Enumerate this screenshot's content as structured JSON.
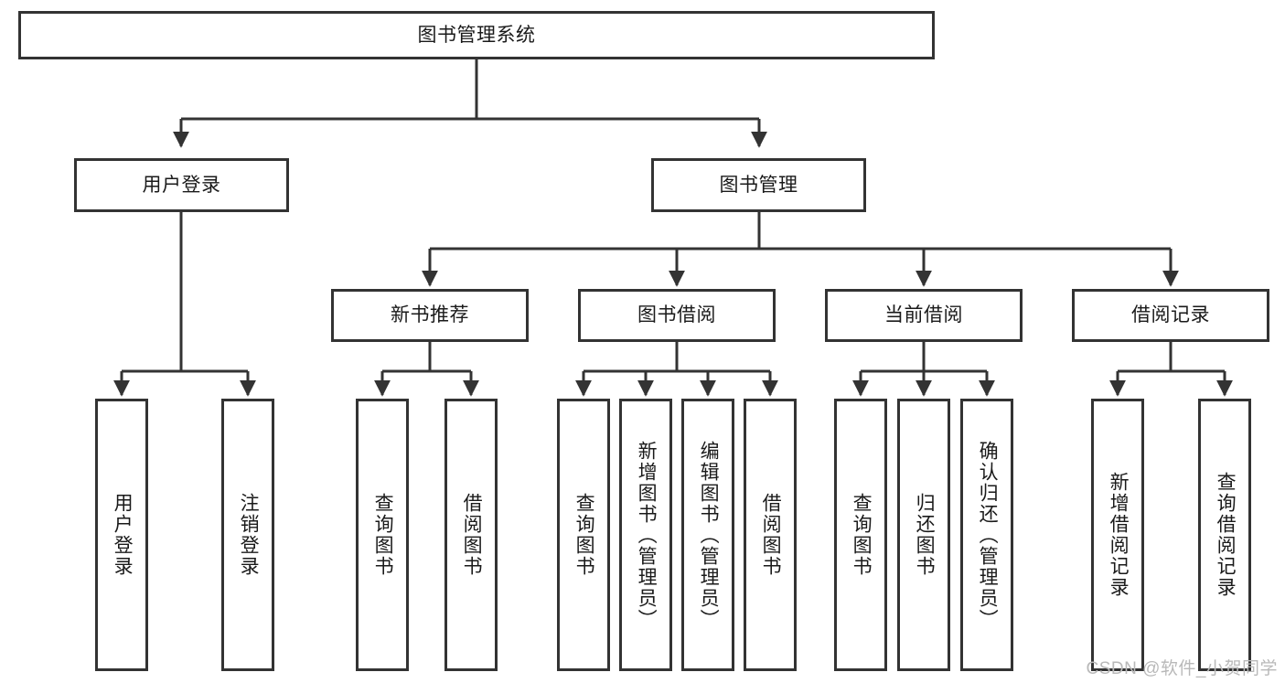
{
  "diagram": {
    "title": "图书管理系统",
    "watermark": "CSDN @软件_小贺同学",
    "line_color": "#333333",
    "box_fill": "#ffffff",
    "text_color": "#1a1a1a",
    "nodes": {
      "root": "图书管理系统",
      "level2": {
        "user_login": "用户登录",
        "book_manage": "图书管理"
      },
      "level2_children": {
        "user_login_a": "用户登录",
        "user_login_b": "注销登录"
      },
      "level3": {
        "new_book_rec": "新书推荐",
        "book_borrow": "图书借阅",
        "current_borrow": "当前借阅",
        "borrow_record": "借阅记录"
      },
      "new_book_rec_children": {
        "a": "查询图书",
        "b": "借阅图书"
      },
      "book_borrow_children": {
        "a": "查询图书",
        "b": "新增图书（管理员）",
        "c": "编辑图书（管理员）",
        "d": "借阅图书"
      },
      "current_borrow_children": {
        "a": "查询图书",
        "b": "归还图书",
        "c": "确认归还（管理员）"
      },
      "borrow_record_children": {
        "a": "新增借阅记录",
        "b": "查询借阅记录"
      }
    }
  }
}
